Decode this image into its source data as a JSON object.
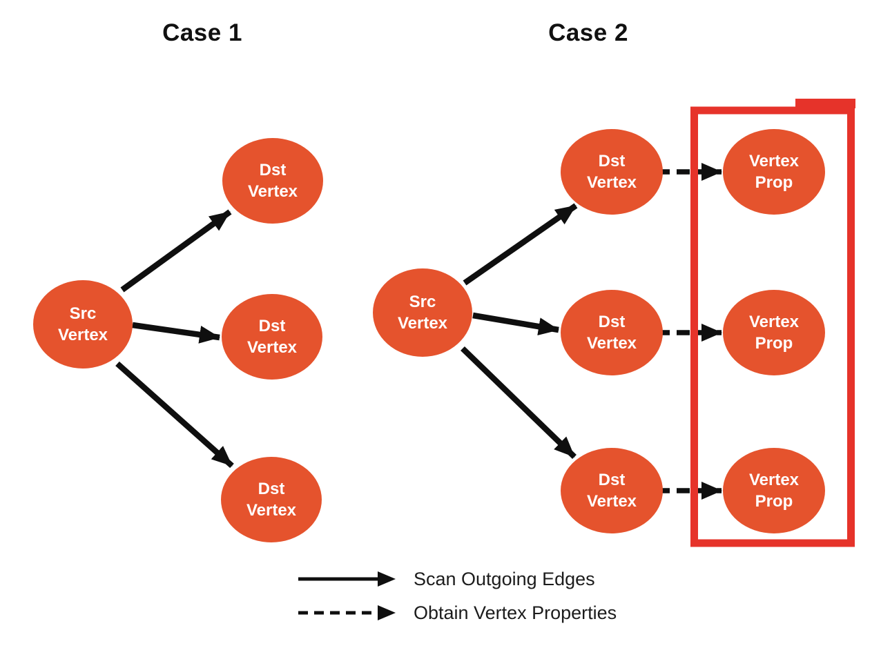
{
  "diagram": {
    "case1": {
      "title": "Case 1",
      "src_node": {
        "line1": "Src",
        "line2": "Vertex"
      },
      "dst_nodes": [
        {
          "line1": "Dst",
          "line2": "Vertex"
        },
        {
          "line1": "Dst",
          "line2": "Vertex"
        },
        {
          "line1": "Dst",
          "line2": "Vertex"
        }
      ]
    },
    "case2": {
      "title": "Case 2",
      "src_node": {
        "line1": "Src",
        "line2": "Vertex"
      },
      "dst_nodes": [
        {
          "line1": "Dst",
          "line2": "Vertex"
        },
        {
          "line1": "Dst",
          "line2": "Vertex"
        },
        {
          "line1": "Dst",
          "line2": "Vertex"
        }
      ],
      "prop_nodes": [
        {
          "line1": "Vertex",
          "line2": "Prop"
        },
        {
          "line1": "Vertex",
          "line2": "Prop"
        },
        {
          "line1": "Vertex",
          "line2": "Prop"
        }
      ]
    }
  },
  "legend": {
    "items": [
      {
        "style": "solid",
        "label": "Scan Outgoing Edges"
      },
      {
        "style": "dashed",
        "label": "Obtain Vertex Properties"
      }
    ]
  },
  "colors": {
    "node_fill": "#E5532D",
    "node_text": "#FFFFFF",
    "edge": "#0F0F0F",
    "highlight_box": "#E6332A",
    "title_text": "#111111",
    "legend_text": "#1C1C1C"
  }
}
